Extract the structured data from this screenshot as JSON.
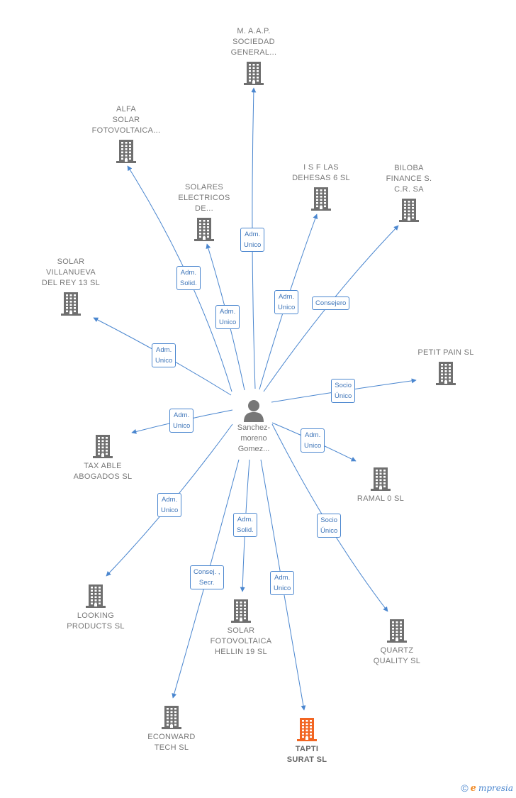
{
  "center": {
    "name": "Sanchez-\nmoreno\nGomez..."
  },
  "nodes": [
    {
      "id": "maap",
      "name": "M. A.A.P.\nSOCIEDAD\nGENERAL..."
    },
    {
      "id": "alfa",
      "name": "ALFA\nSOLAR\nFOTOVOLTAICA..."
    },
    {
      "id": "isf",
      "name": "I S F LAS\nDEHESAS 6 SL"
    },
    {
      "id": "biloba",
      "name": "BILOBA\nFINANCE S.\nC.R. SA"
    },
    {
      "id": "solares",
      "name": "SOLARES\nELECTRICOS\nDE..."
    },
    {
      "id": "villanueva",
      "name": "SOLAR\nVILLANUEVA\nDEL REY 13 SL"
    },
    {
      "id": "petit",
      "name": "PETIT PAIN  SL"
    },
    {
      "id": "taxable",
      "name": "TAX ABLE\nABOGADOS SL"
    },
    {
      "id": "ramal",
      "name": "RAMAL 0  SL"
    },
    {
      "id": "looking",
      "name": "LOOKING\nPRODUCTS  SL"
    },
    {
      "id": "hellin",
      "name": "SOLAR\nFOTOVOLTAICA\nHELLIN 19 SL"
    },
    {
      "id": "quartz",
      "name": "QUARTZ\nQUALITY  SL"
    },
    {
      "id": "econward",
      "name": "ECONWARD\nTECH  SL"
    },
    {
      "id": "tapti",
      "name": "TAPTI\nSURAT  SL"
    }
  ],
  "edges": [
    {
      "to": "maap",
      "label": "Adm.\nUnico"
    },
    {
      "to": "alfa",
      "label": "Adm.\nSolid."
    },
    {
      "to": "solares",
      "label": "Adm.\nUnico"
    },
    {
      "to": "isf",
      "label": "Adm.\nUnico"
    },
    {
      "to": "biloba",
      "label": "Consejero"
    },
    {
      "to": "villanueva",
      "label": "Adm.\nUnico"
    },
    {
      "to": "petit",
      "label": "Socio\nÚnico"
    },
    {
      "to": "taxable",
      "label": "Adm.\nUnico"
    },
    {
      "to": "ramal",
      "label": "Adm.\nUnico"
    },
    {
      "to": "looking",
      "label": "Adm.\nUnico"
    },
    {
      "to": "hellin",
      "label": "Adm.\nSolid."
    },
    {
      "to": "quartz",
      "label": "Socio\nÚnico"
    },
    {
      "to": "econward",
      "label": "Consej. ,\nSecr."
    },
    {
      "to": "tapti",
      "label": "Adm.\nUnico"
    }
  ],
  "colors": {
    "edge": "#4a86cf",
    "building": "#6f6f6f",
    "target_building": "#f26522",
    "person": "#777777"
  },
  "footer": {
    "copyright": "©",
    "brand_first": "e",
    "brand_rest": "mpresia"
  }
}
